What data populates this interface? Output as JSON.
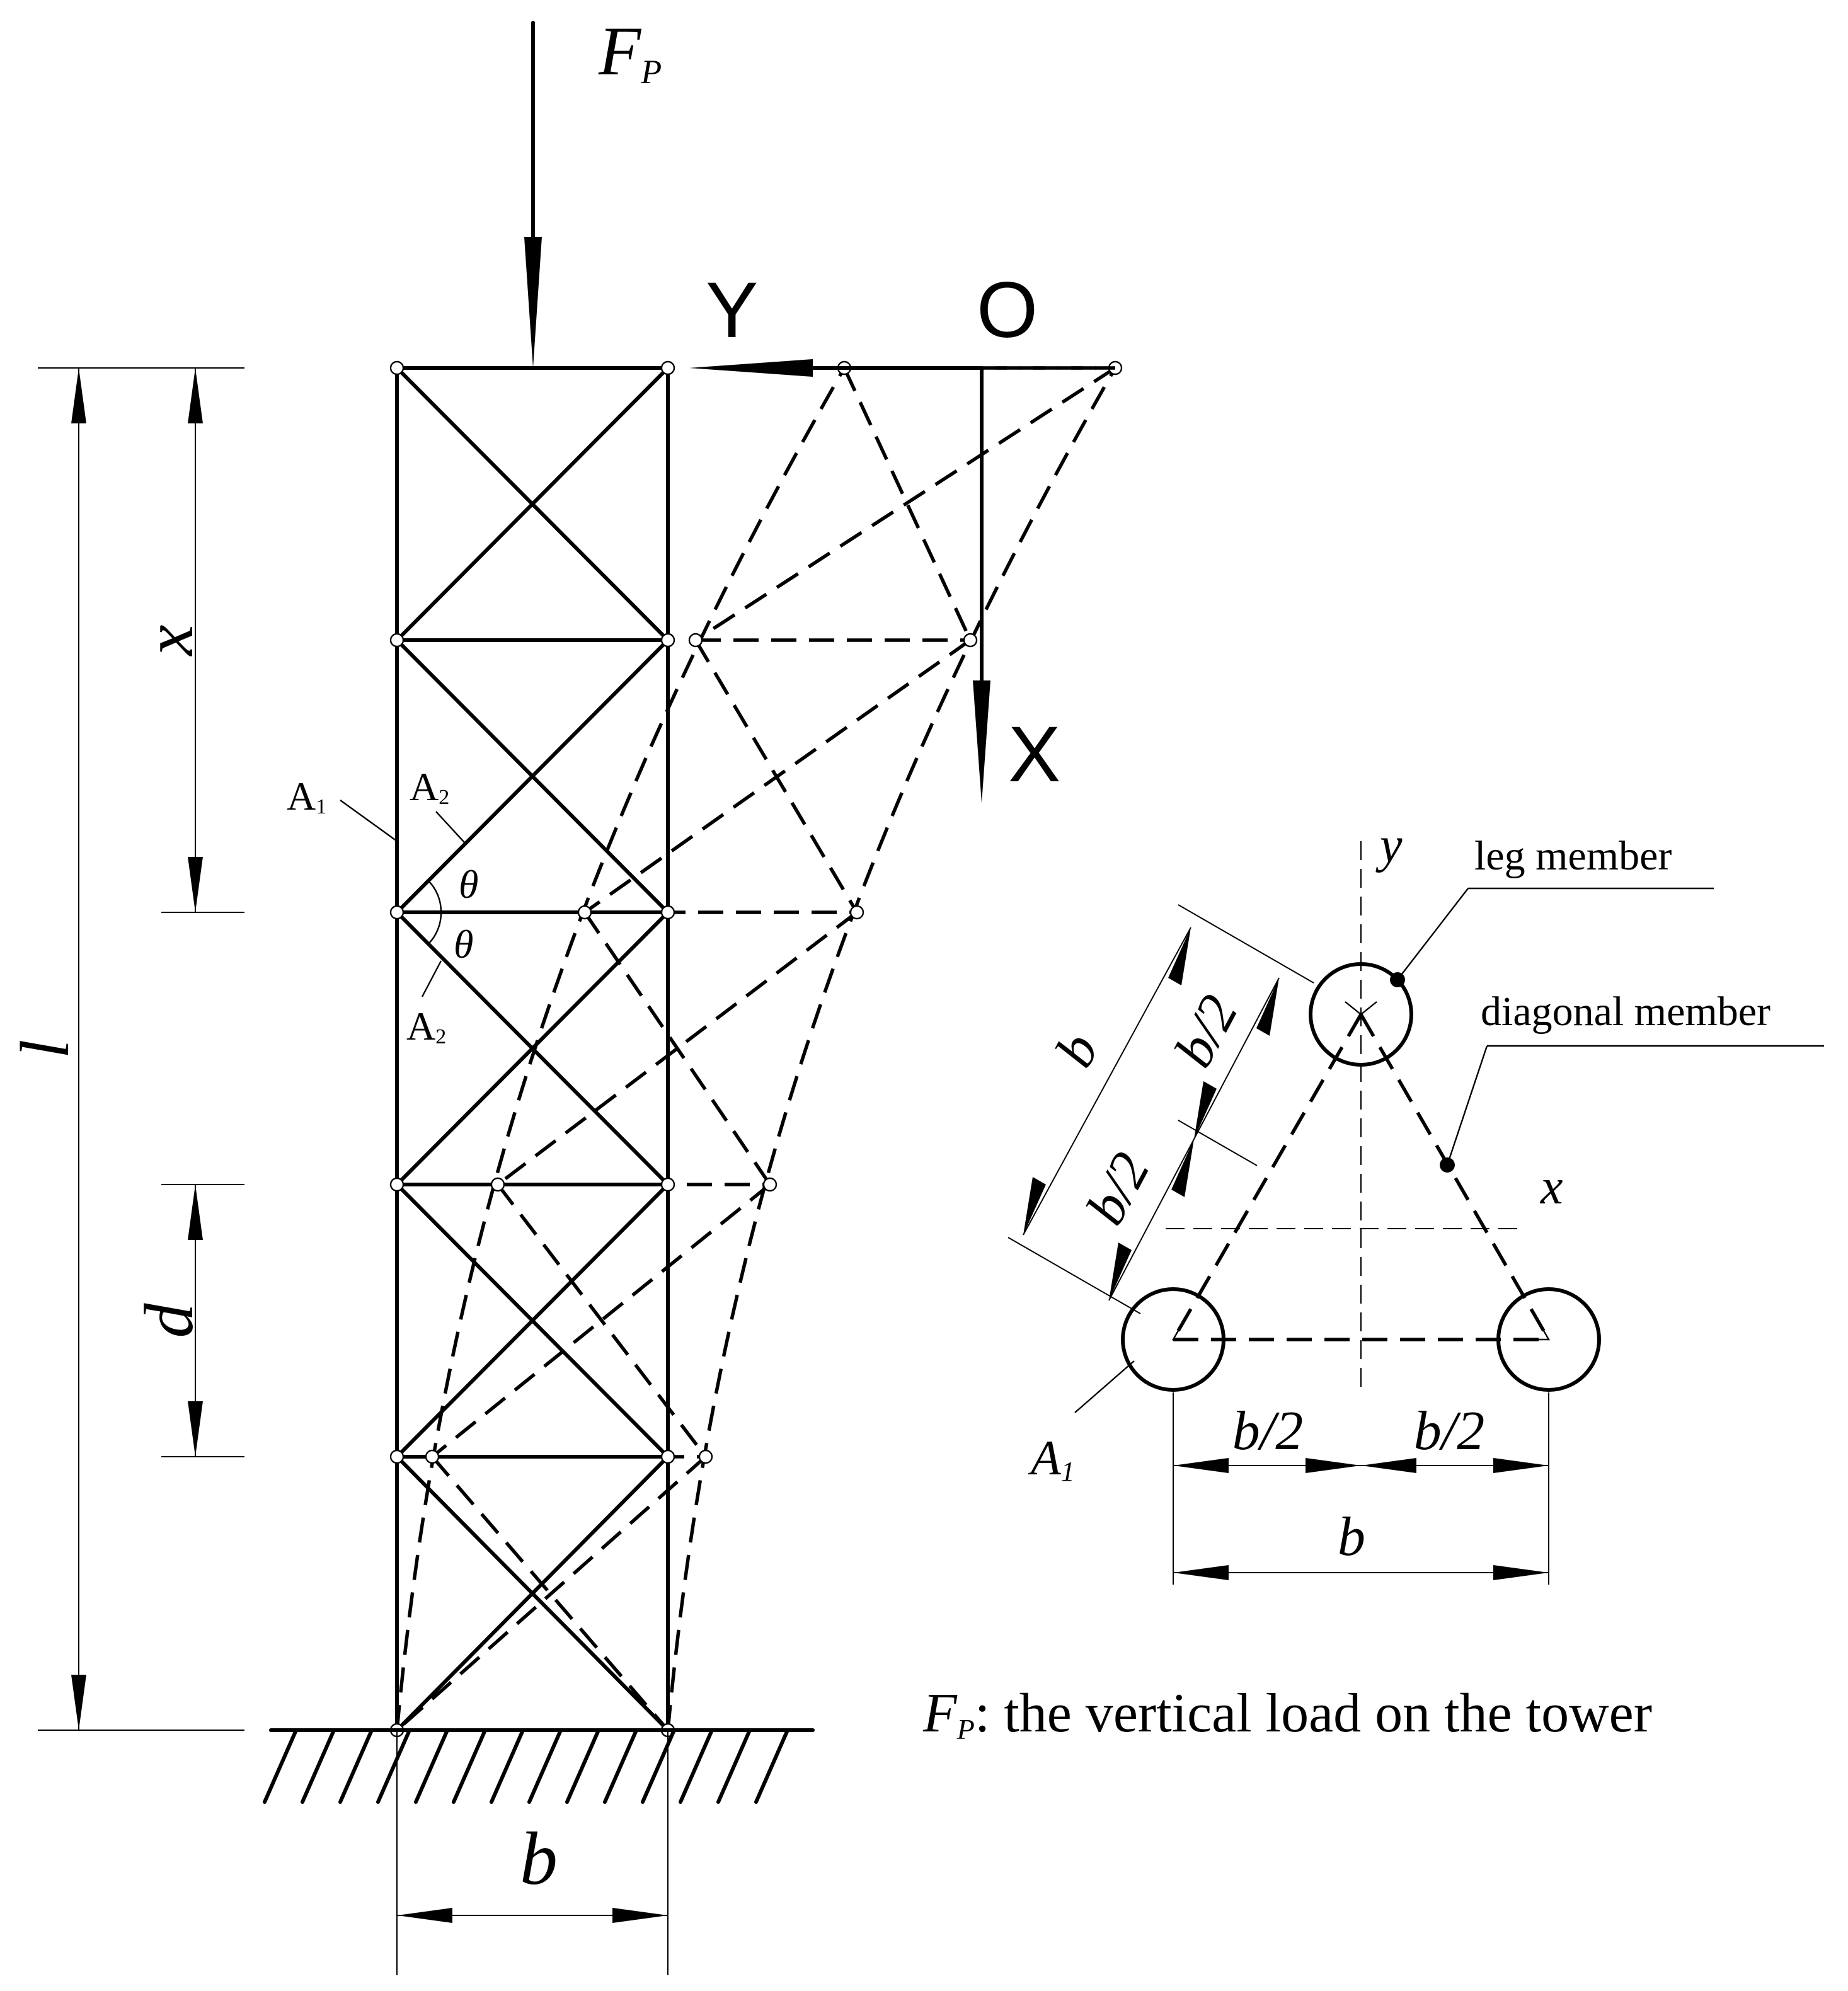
{
  "labels": {
    "load": "F",
    "load_sub": "P",
    "axis_y": "Y",
    "axis_origin": "O",
    "axis_x": "X",
    "dim_x": "x",
    "dim_l": "l",
    "dim_d": "d",
    "dim_b_base": "b",
    "member_a1": "A",
    "member_a1_sub": "1",
    "member_a2_upper": "A",
    "member_a2_upper_sub": "2",
    "member_a2_lower": "A",
    "member_a2_lower_sub": "2",
    "theta_upper": "θ",
    "theta_lower": "θ"
  },
  "section": {
    "axis_y": "y",
    "axis_x": "x",
    "leg_member": "leg member",
    "diagonal_member": "diagonal member",
    "a1": "A",
    "a1_sub": "1",
    "dim_b_slant": "b",
    "dim_half_slant_upper": "b/2",
    "dim_half_slant_lower": "b/2",
    "dim_half_left": "b/2",
    "dim_half_right": "b/2",
    "dim_b_bottom": "b"
  },
  "caption": {
    "symbol": "F",
    "symbol_sub": "P",
    "text": ": the vertical load on the tower"
  }
}
